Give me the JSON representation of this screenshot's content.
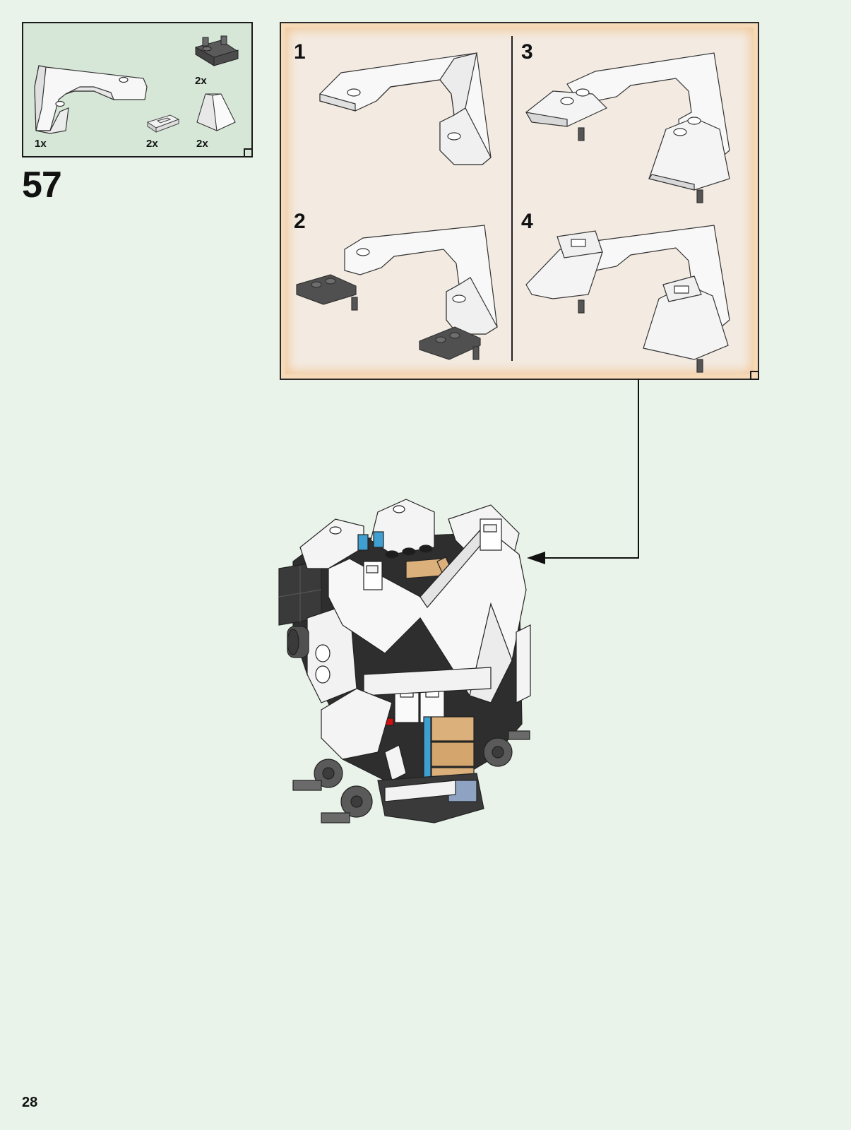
{
  "step": {
    "number": "57"
  },
  "parts_list": {
    "items": [
      {
        "name": "white-arch-assembly",
        "qty": "1x"
      },
      {
        "name": "white-tile-1x2",
        "qty": "2x"
      },
      {
        "name": "dark-grey-clip-plate",
        "qty": "2x"
      },
      {
        "name": "white-slope-brick",
        "qty": "2x"
      }
    ]
  },
  "sub_steps": [
    {
      "label": "1"
    },
    {
      "label": "2"
    },
    {
      "label": "3"
    },
    {
      "label": "4"
    }
  ],
  "colors": {
    "page_background": "#e9f3ea",
    "parts_box_background": "#d6e6d7",
    "sub_panel_background": "#f3ebe2",
    "sub_panel_frame": "#f2c99b",
    "brick_white": "#f4f4f4",
    "brick_black": "#2b2b2b",
    "brick_dark_grey": "#5d5d5d",
    "brick_tan": "#dcb07a",
    "brick_azure": "#3f9fd0"
  },
  "page": {
    "number": "28"
  }
}
